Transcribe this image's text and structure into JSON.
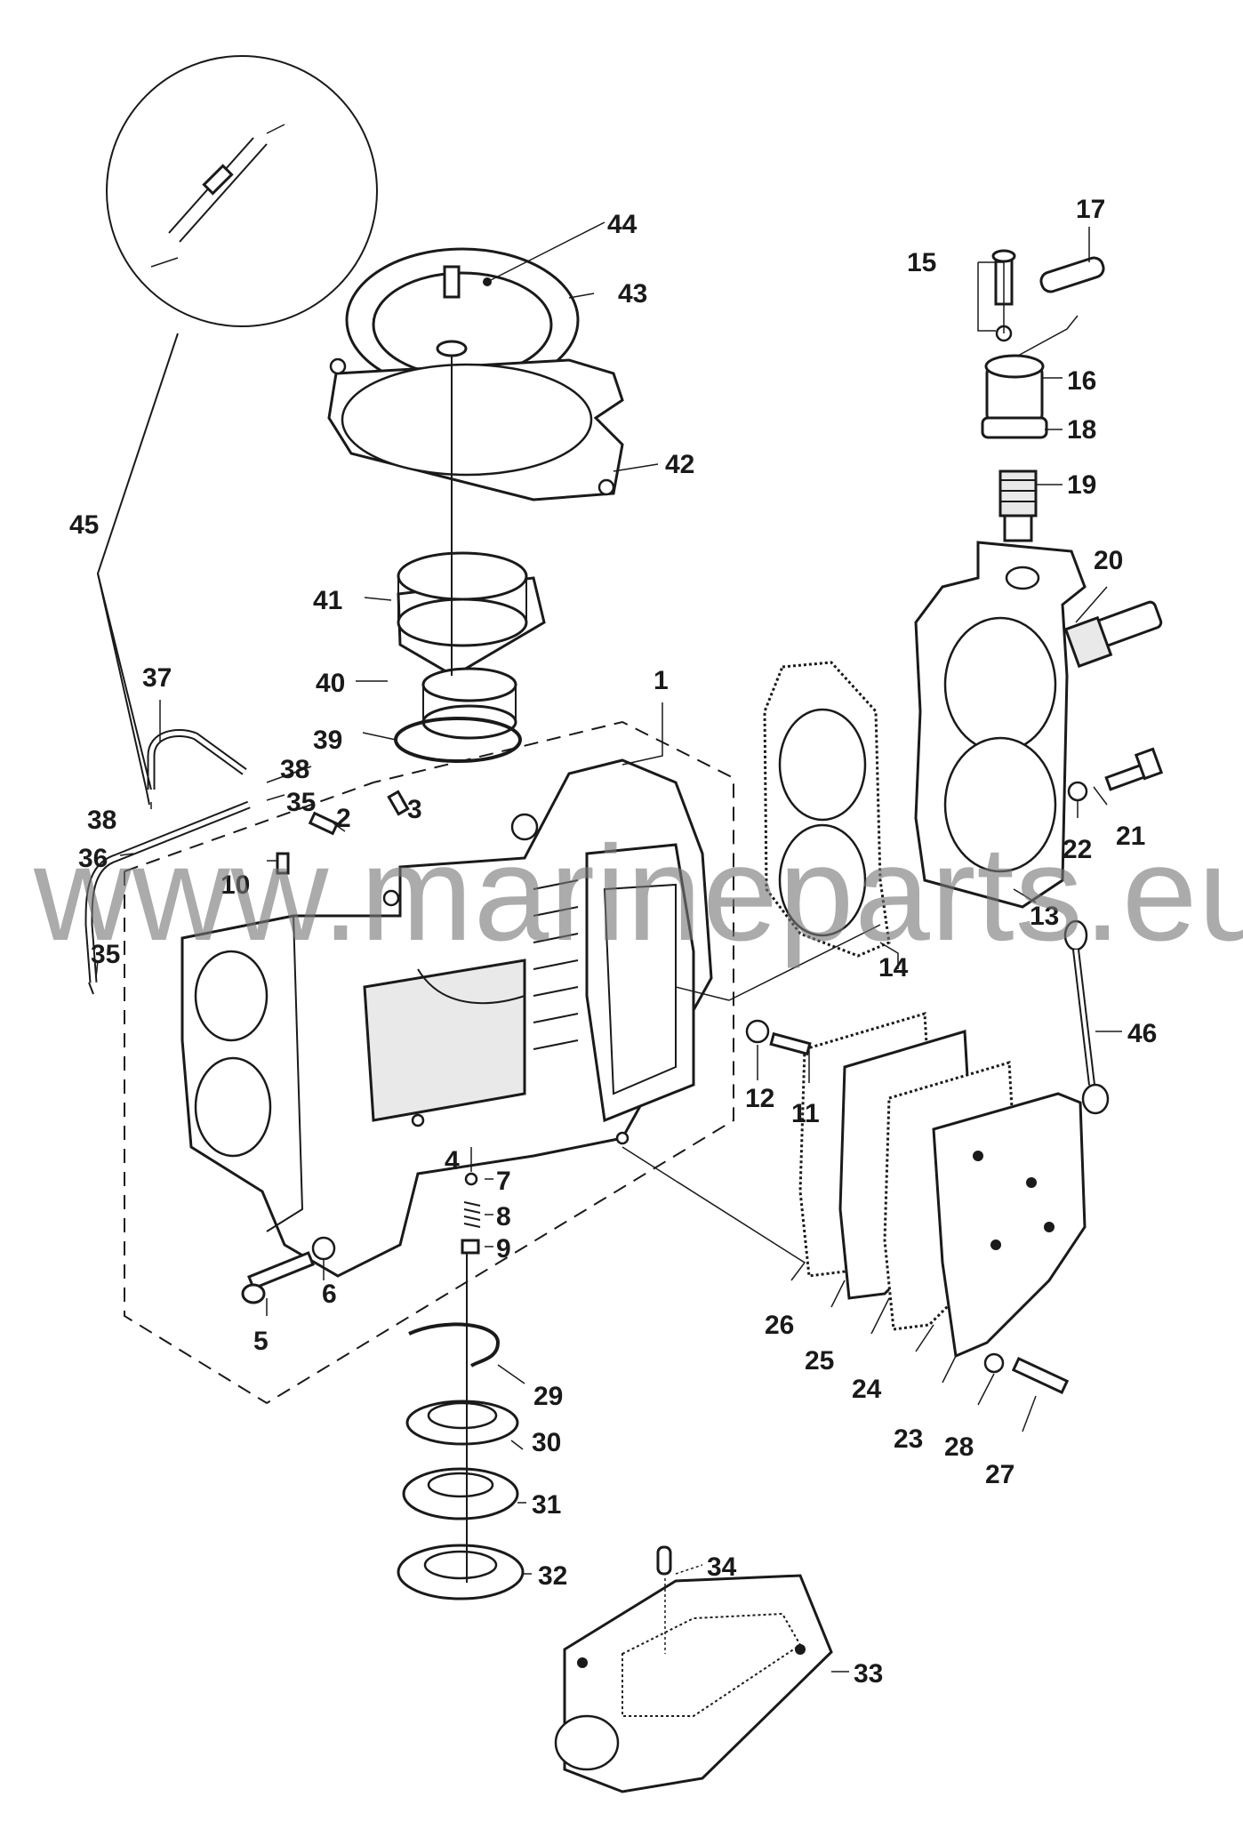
{
  "watermark": "www.marineparts.eu",
  "labels": [
    {
      "id": "1",
      "text": "1"
    },
    {
      "id": "2",
      "text": "2"
    },
    {
      "id": "3",
      "text": "3"
    },
    {
      "id": "4",
      "text": "4"
    },
    {
      "id": "5",
      "text": "5"
    },
    {
      "id": "6",
      "text": "6"
    },
    {
      "id": "7",
      "text": "7"
    },
    {
      "id": "8",
      "text": "8"
    },
    {
      "id": "9",
      "text": "9"
    },
    {
      "id": "10",
      "text": "10"
    },
    {
      "id": "11",
      "text": "11"
    },
    {
      "id": "12",
      "text": "12"
    },
    {
      "id": "13",
      "text": "13"
    },
    {
      "id": "14",
      "text": "14"
    },
    {
      "id": "15",
      "text": "15"
    },
    {
      "id": "16",
      "text": "16"
    },
    {
      "id": "17",
      "text": "17"
    },
    {
      "id": "18",
      "text": "18"
    },
    {
      "id": "19",
      "text": "19"
    },
    {
      "id": "20",
      "text": "20"
    },
    {
      "id": "21",
      "text": "21"
    },
    {
      "id": "22",
      "text": "22"
    },
    {
      "id": "23",
      "text": "23"
    },
    {
      "id": "24",
      "text": "24"
    },
    {
      "id": "25",
      "text": "25"
    },
    {
      "id": "26",
      "text": "26"
    },
    {
      "id": "27",
      "text": "27"
    },
    {
      "id": "28",
      "text": "28"
    },
    {
      "id": "29",
      "text": "29"
    },
    {
      "id": "30",
      "text": "30"
    },
    {
      "id": "31",
      "text": "31"
    },
    {
      "id": "32",
      "text": "32"
    },
    {
      "id": "33",
      "text": "33"
    },
    {
      "id": "34",
      "text": "34"
    },
    {
      "id": "35a",
      "text": "35"
    },
    {
      "id": "35b",
      "text": "35"
    },
    {
      "id": "36",
      "text": "36"
    },
    {
      "id": "37",
      "text": "37"
    },
    {
      "id": "38a",
      "text": "38"
    },
    {
      "id": "38b",
      "text": "38"
    },
    {
      "id": "39",
      "text": "39"
    },
    {
      "id": "40",
      "text": "40"
    },
    {
      "id": "41",
      "text": "41"
    },
    {
      "id": "42",
      "text": "42"
    },
    {
      "id": "43",
      "text": "43"
    },
    {
      "id": "44",
      "text": "44"
    },
    {
      "id": "45",
      "text": "45"
    },
    {
      "id": "46",
      "text": "46"
    }
  ]
}
